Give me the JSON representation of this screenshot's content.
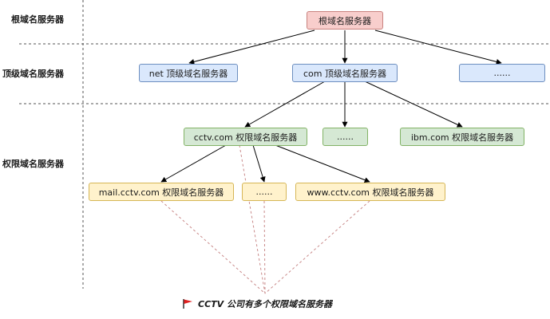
{
  "levels": {
    "root": "根域名服务器",
    "tld": "顶级域名服务器",
    "auth": "权限域名服务器"
  },
  "nodes": {
    "root": "根域名服务器",
    "net": "net 顶级域名服务器",
    "com": "com 顶级域名服务器",
    "tld_more": "......",
    "cctv": "cctv.com 权限域名服务器",
    "auth_more": "......",
    "ibm": "ibm.com 权限域名服务器",
    "mail": "mail.cctv.com 权限域名服务器",
    "sub_more": "......",
    "www": "www.cctv.com 权限域名服务器"
  },
  "note": {
    "text": "CCTV 公司有多个权限域名服务器",
    "icon": "red-flag-icon"
  },
  "colors": {
    "root_fill": "#f8cecc",
    "tld_fill": "#dae8fc",
    "auth_fill": "#d5e8d4",
    "sub_fill": "#fff2cc",
    "note_lines": "#c98a8a"
  }
}
